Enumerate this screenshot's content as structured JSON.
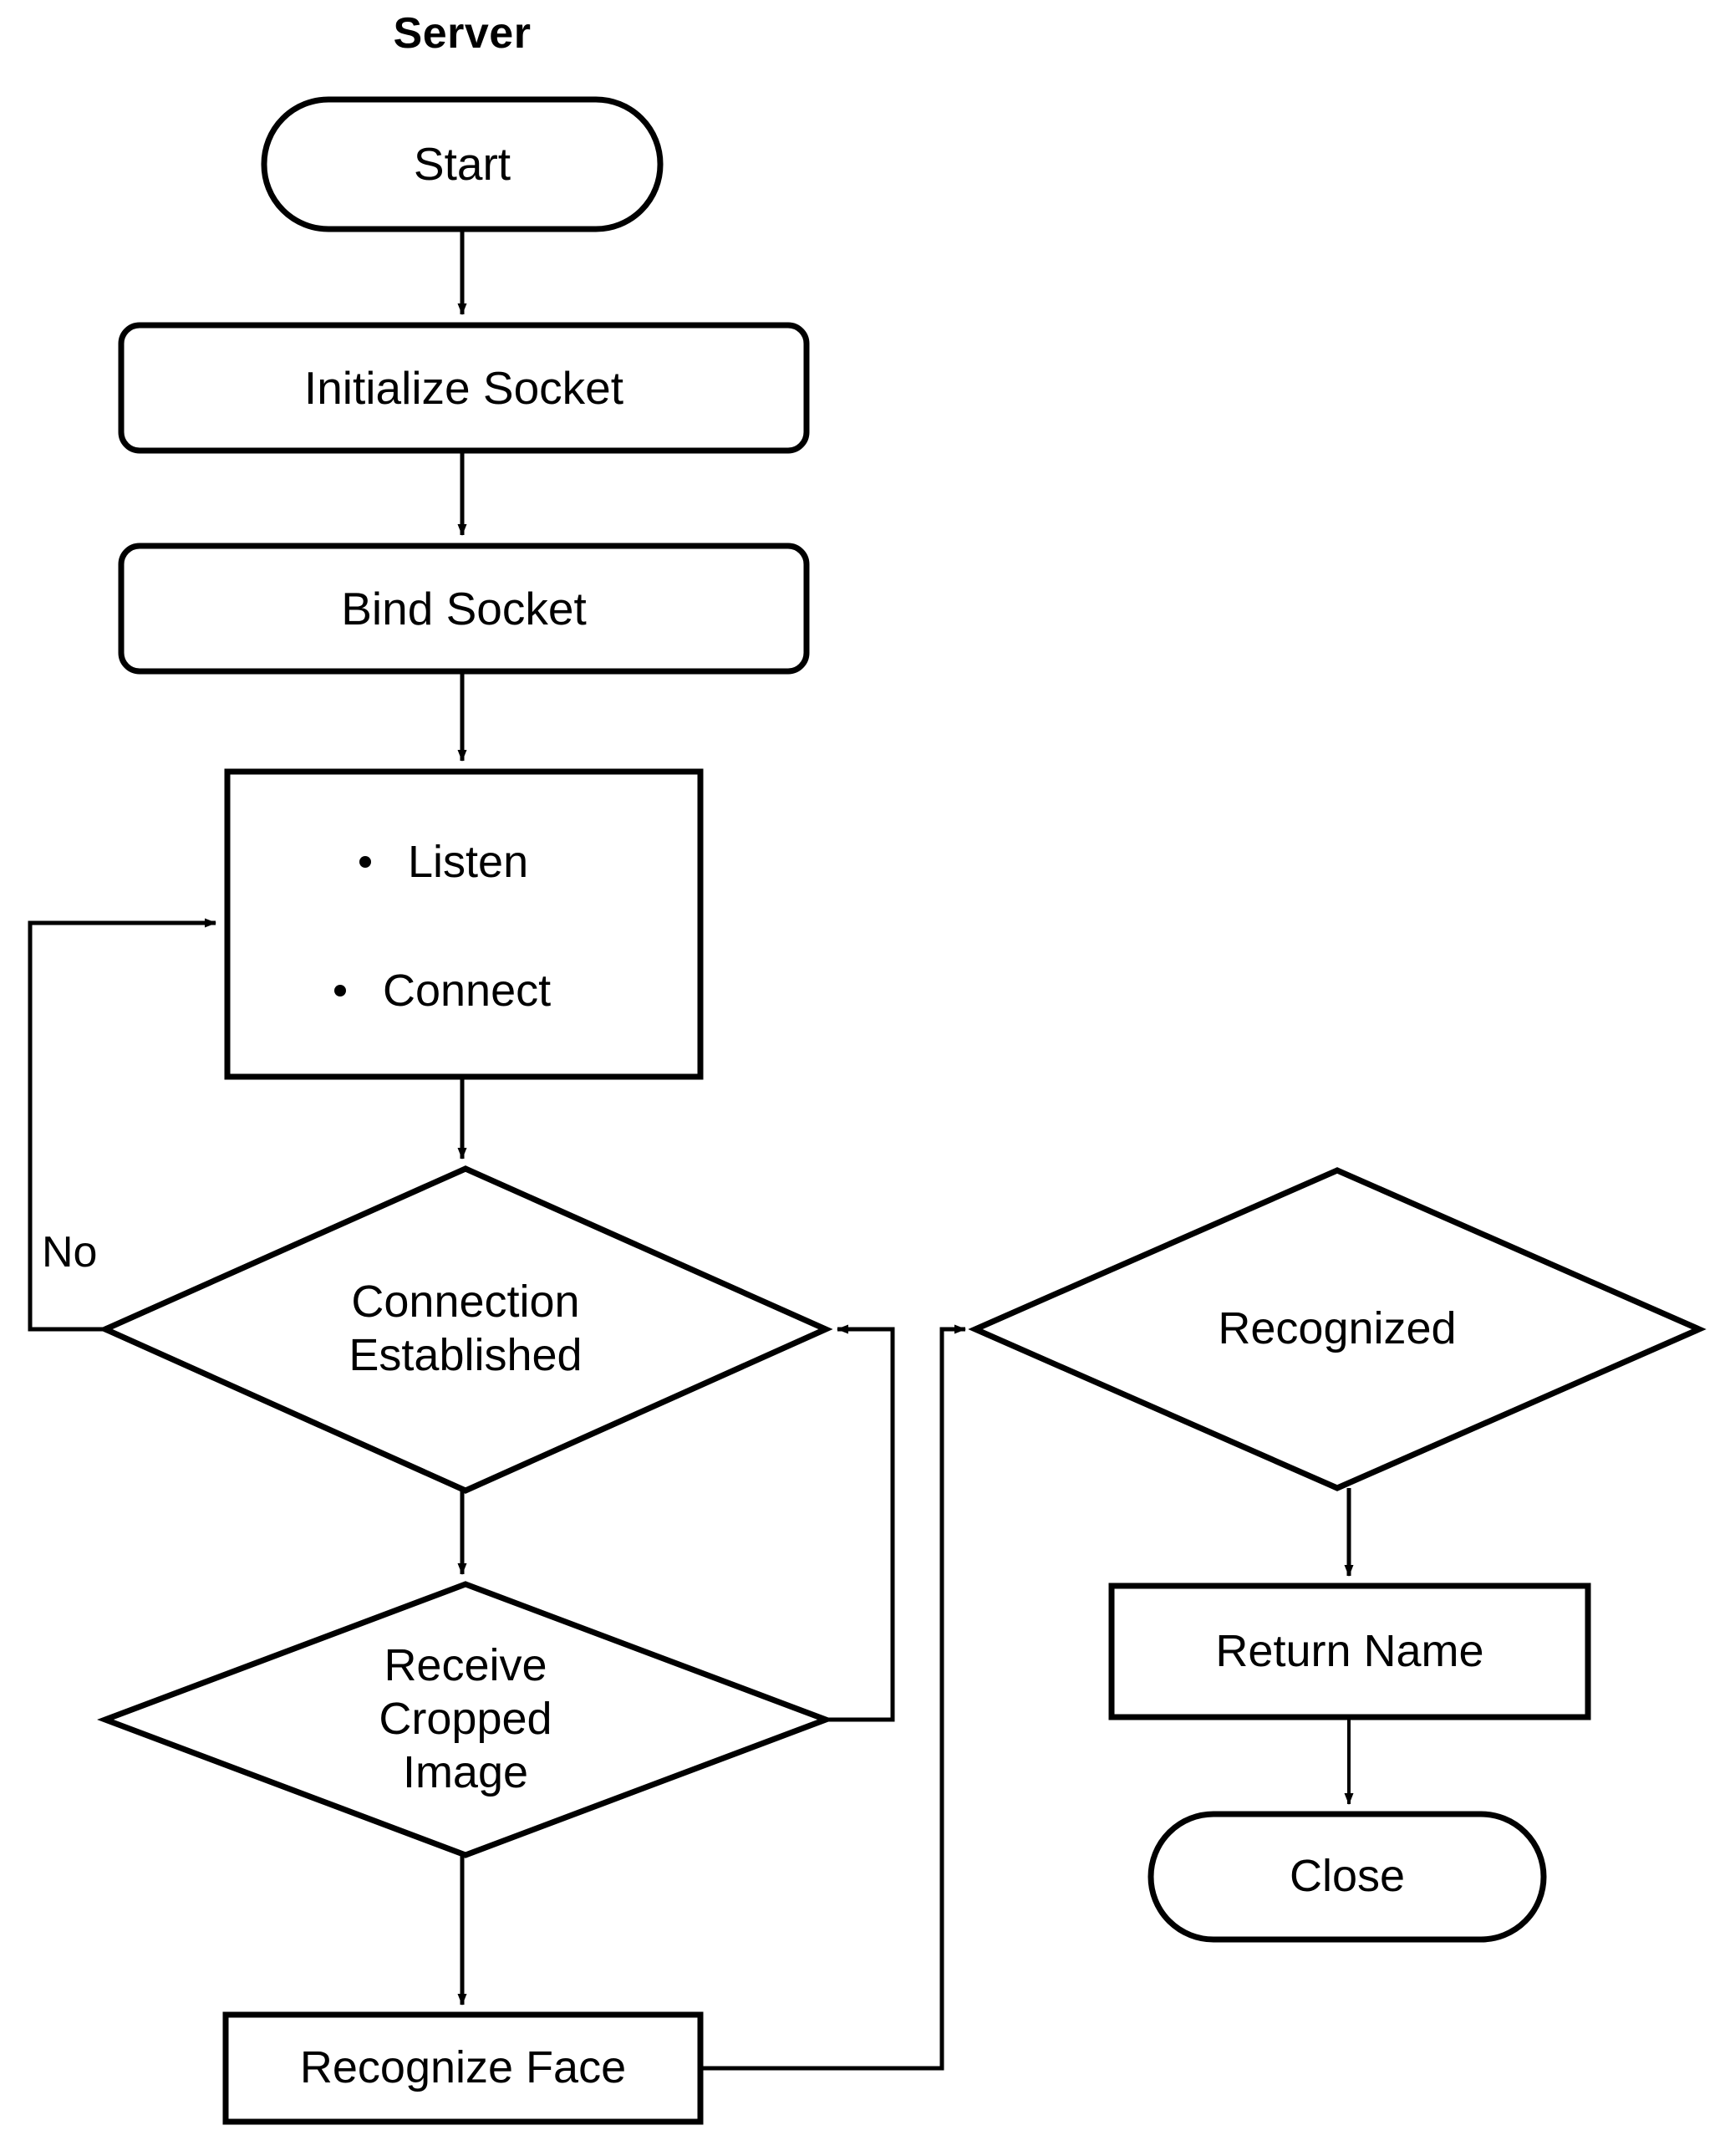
{
  "diagram": {
    "title": "Server",
    "type": "flowchart",
    "background": "#ffffff",
    "stroke_color": "#000000",
    "text_color": "#000000"
  },
  "nodes": {
    "start": {
      "label": "Start",
      "shape": "rounded-terminal"
    },
    "initialize_socket": {
      "label": "Initialize Socket",
      "shape": "rounded-rect"
    },
    "bind_socket": {
      "label": "Bind Socket",
      "shape": "rounded-rect"
    },
    "listen_connect": {
      "shape": "rect",
      "bullets": [
        "Listen",
        "Connect"
      ]
    },
    "connection_established": {
      "label": "Connection\nEstablished",
      "shape": "diamond"
    },
    "receive_cropped_image": {
      "label": "Receive\nCropped\nImage",
      "shape": "diamond"
    },
    "recognize_face": {
      "label": "Recognize Face",
      "shape": "rect"
    },
    "recognized": {
      "label": "Recognized",
      "shape": "diamond"
    },
    "return_name": {
      "label": "Return Name",
      "shape": "rect"
    },
    "close": {
      "label": "Close",
      "shape": "rounded-terminal"
    }
  },
  "edge_labels": {
    "no": "No"
  },
  "edges": [
    {
      "from": "start",
      "to": "initialize_socket",
      "label": ""
    },
    {
      "from": "initialize_socket",
      "to": "bind_socket",
      "label": ""
    },
    {
      "from": "bind_socket",
      "to": "listen_connect",
      "label": ""
    },
    {
      "from": "listen_connect",
      "to": "connection_established",
      "label": ""
    },
    {
      "from": "connection_established",
      "to": "listen_connect",
      "label": "No"
    },
    {
      "from": "connection_established",
      "to": "receive_cropped_image",
      "label": ""
    },
    {
      "from": "receive_cropped_image",
      "to": "connection_established",
      "label": ""
    },
    {
      "from": "receive_cropped_image",
      "to": "recognize_face",
      "label": ""
    },
    {
      "from": "recognize_face",
      "to": "recognized",
      "label": ""
    },
    {
      "from": "recognized",
      "to": "return_name",
      "label": ""
    },
    {
      "from": "return_name",
      "to": "close",
      "label": ""
    }
  ]
}
